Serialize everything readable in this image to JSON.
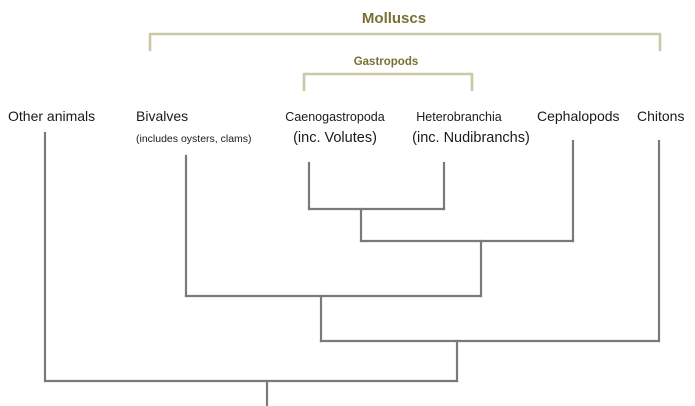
{
  "groups": {
    "molluscs": {
      "label": "Molluscs"
    },
    "gastropods": {
      "label": "Gastropods"
    }
  },
  "taxa": {
    "other_animals": "Other animals",
    "bivalves": "Bivalves",
    "bivalves_note": "(includes oysters, clams)",
    "caenogastropoda": "Caenogastropoda",
    "caenogastropoda_note": "(inc. Volutes)",
    "heterobranchia": "Heterobranchia",
    "heterobranchia_note": "(inc. Nudibranchs)",
    "cephalopods": "Cephalopods",
    "chitons": "Chitons"
  },
  "colors": {
    "bracket": "#c9c9a6",
    "group_label": "#7a7035",
    "branch": "#7a7a7a"
  }
}
